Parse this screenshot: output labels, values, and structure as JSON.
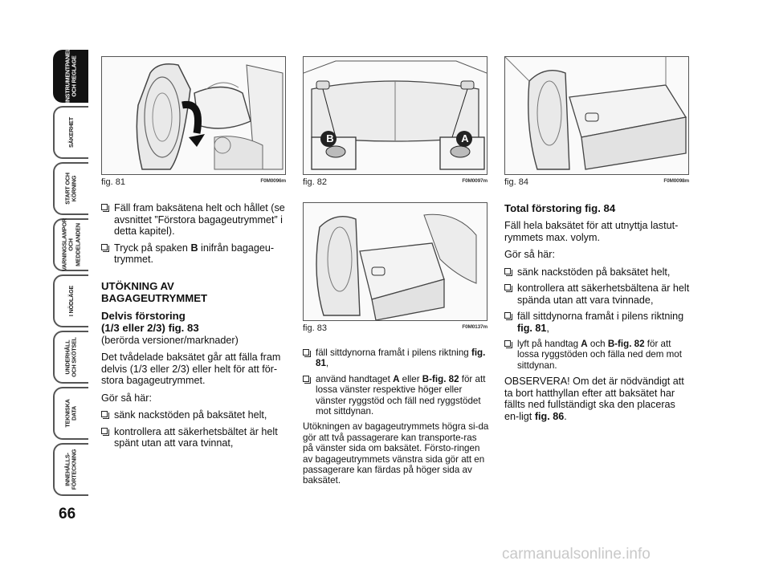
{
  "tabs": [
    {
      "label": "INSTRUMENTPANEL\nOCH REGLAGE",
      "active": true
    },
    {
      "label": "SÄKERHET"
    },
    {
      "label": "START OCH\nKÖRNING"
    },
    {
      "label": "VARNINGSLAMPOR\nOCH MEDDELANDEN"
    },
    {
      "label": "I NÖDLÄGE"
    },
    {
      "label": "UNDERHÅLL\nOCH SKÖTSEL"
    },
    {
      "label": "TEKNISKA\nDATA"
    },
    {
      "label": "INNEHÅLLS-\nFÖRTECKNING"
    }
  ],
  "page_number": "66",
  "figures": {
    "fig81": {
      "label": "fig. 81",
      "code": "F0M0096m"
    },
    "fig82": {
      "label": "fig. 82",
      "code": "F0M0097m",
      "marker_a": "A",
      "marker_b": "B"
    },
    "fig83": {
      "label": "fig. 83",
      "code": "F0M0137m"
    },
    "fig84": {
      "label": "fig. 84",
      "code": "F0M0098m"
    }
  },
  "col1": {
    "b1": "Fäll fram baksätena helt och hållet (se avsnittet ”Förstora bagageutrymmet” i detta kapitel).",
    "b2_pre": "Tryck på spaken ",
    "b2_bold": "B",
    "b2_post": " inifrån bagageu-trymmet.",
    "heading": "UTÖKNING AV BAGAGEUTRYMMET",
    "sub1": "Delvis förstoring",
    "sub2": "(1/3 eller 2/3) fig. 83",
    "sub3": "(berörda versioner/marknader)",
    "p1": "Det tvådelade baksätet går att fälla fram delvis (1/3 eller 2/3) eller helt för att för-stora bagageutrymmet.",
    "p2": "Gör så här:",
    "b3": "sänk nackstöden på baksätet helt,",
    "b4": "kontrollera att säkerhetsbältet är helt spänt utan att vara tvinnat,"
  },
  "col2": {
    "b1_pre": "fäll sittdynorna framåt i pilens riktning ",
    "b1_bold": "fig. 81",
    "b1_post": ",",
    "b2_pre": "använd handtaget ",
    "b2_bold1": "A",
    "b2_mid": " eller ",
    "b2_bold2": "B-fig. 82",
    "b2_post": " för att lossa vänster respektive höger eller vänster ryggstöd och fäll ned ryggstödet mot sittdynan.",
    "p1": "Utökningen av bagageutrymmets högra si-da gör att två passagerare kan transporte-ras på vänster sida om baksätet. Försto-ringen av bagageutrymmets vänstra sida gör att en passagerare kan färdas på höger sida av baksätet."
  },
  "col3": {
    "heading": "Total förstoring fig. 84",
    "p1": "Fäll hela baksätet för att utnyttja lastut-rymmets max. volym.",
    "p2": "Gör så här:",
    "b1": "sänk nackstöden på baksätet helt,",
    "b2": "kontrollera att säkerhetsbältena är helt spända utan att vara tvinnade,",
    "b3_pre": "fäll sittdynorna framåt i pilens riktning ",
    "b3_bold": "fig. 81",
    "b3_post": ",",
    "b4_pre": "lyft på handtag ",
    "b4_bold1": "A",
    "b4_mid": " och ",
    "b4_bold2": "B-fig. 82",
    "b4_post": " för att lossa ryggstöden och fälla ned dem mot sittdynan.",
    "p3_pre": "OBSERVERA! Om det är nödvändigt att ta bort hatthyllan efter att baksätet har fällts ned fullständigt ska den placeras en-ligt ",
    "p3_bold": "fig. 86",
    "p3_post": "."
  },
  "watermark": "carmanualsonline.info"
}
